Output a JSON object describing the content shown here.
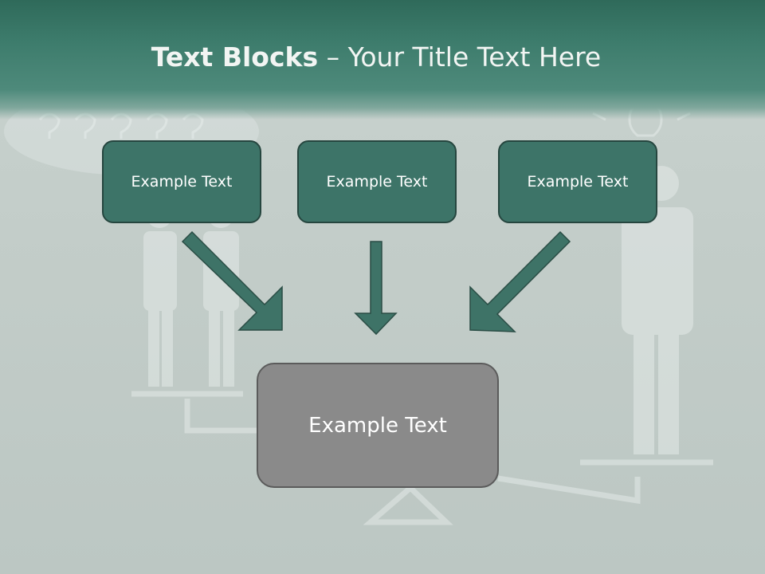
{
  "slide": {
    "title_bold": "Text Blocks",
    "title_rest": " – Your Title Text Here"
  },
  "diagram": {
    "boxes": [
      {
        "label": "Example Text"
      },
      {
        "label": "Example Text"
      },
      {
        "label": "Example Text"
      }
    ],
    "target": {
      "label": "Example Text"
    },
    "arrows": [
      "arrow-left-diagonal",
      "arrow-down",
      "arrow-right-diagonal"
    ]
  },
  "colors": {
    "header": "#3d7c6c",
    "box_fill": "#3d7468",
    "box_border": "#26463f",
    "target_fill": "#8a8a8a",
    "arrow_fill": "#3e7367"
  }
}
